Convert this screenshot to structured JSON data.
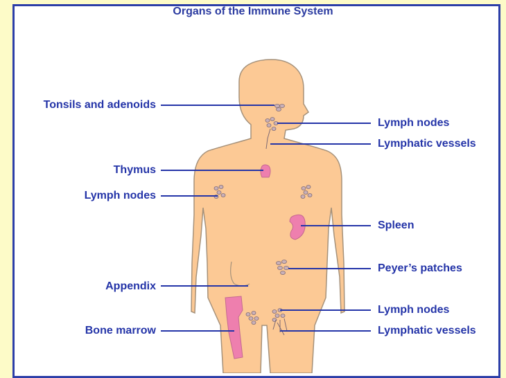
{
  "title": "Organs of the Immune System",
  "colors": {
    "skin": "#fcc995",
    "outline": "#a5917a",
    "organ": "#ee7fae",
    "node": "#c9b0b8",
    "line": "#2434a8",
    "border": "#2c3ea8",
    "background": "#fdfbc8"
  },
  "labels": {
    "left": {
      "tonsils": "Tonsils and adenoids",
      "thymus": "Thymus",
      "lymph_nodes": "Lymph nodes",
      "appendix": "Appendix",
      "bone_marrow": "Bone marrow"
    },
    "right": {
      "lymph_nodes_neck": "Lymph nodes",
      "lymphatic_vessels_neck": "Lymphatic vessels",
      "spleen": "Spleen",
      "peyers_patches": "Peyer’s patches",
      "lymph_nodes_groin": "Lymph nodes",
      "lymphatic_vessels_groin": "Lymphatic vessels"
    }
  }
}
